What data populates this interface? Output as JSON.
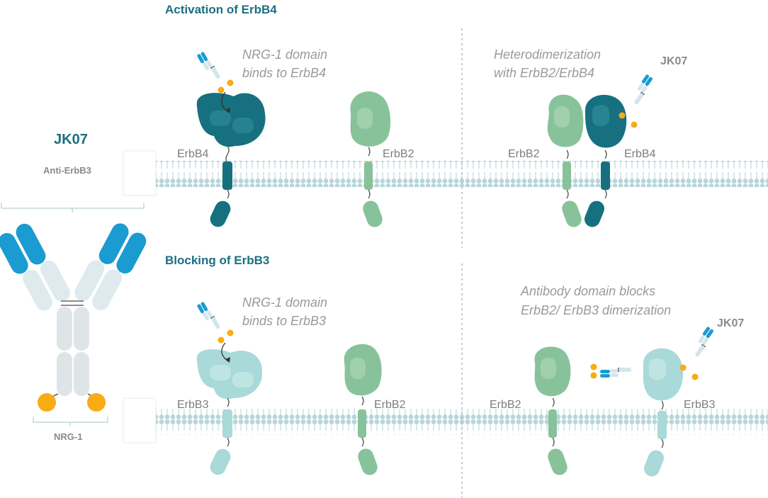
{
  "left_panel": {
    "title": "JK07",
    "subtitle": "Anti-ErbB3",
    "bottom_label": "NRG-1"
  },
  "top_section": {
    "title": "Activation of ErbB4",
    "left_caption": [
      "NRG-1 domain",
      "binds to ErbB4"
    ],
    "right_caption": [
      "Heterodimerization",
      "with ErbB2/ErbB4"
    ],
    "jk_label": "JK07",
    "receptors": [
      "ErbB4",
      "ErbB2",
      "ErbB2",
      "ErbB4"
    ]
  },
  "bottom_section": {
    "title": "Blocking of ErbB3",
    "left_caption": [
      "NRG-1 domain",
      "binds to ErbB3"
    ],
    "right_caption": [
      "Antibody domain blocks",
      "ErbB2/ ErbB3 dimerization"
    ],
    "jk_label": "JK07",
    "receptors": [
      "ErbB3",
      "ErbB2",
      "ErbB2",
      "ErbB3"
    ]
  },
  "colors": {
    "erbb4": "#17707f",
    "erbb2": "#88c29a",
    "erbb3": "#a9d9d8",
    "antibody_blue": "#1a9bd1",
    "antibody_light": "#cfe3ea",
    "nrg1": "#f7ac16",
    "membrane": "#bcd8dd",
    "title": "#1b6f80"
  }
}
